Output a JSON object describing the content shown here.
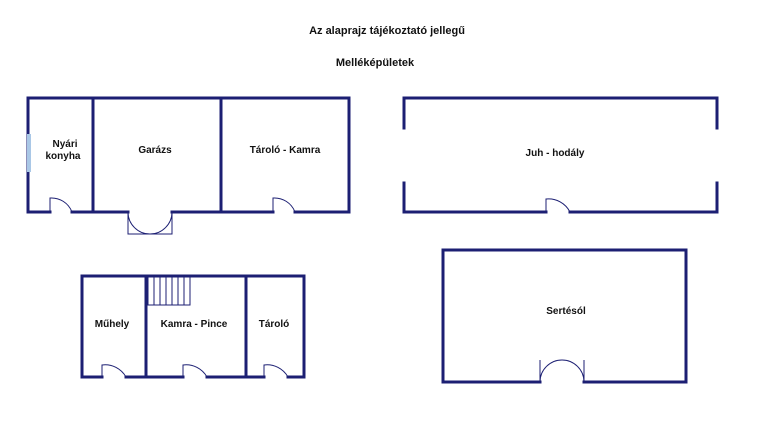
{
  "titles": {
    "main": "Az alaprajz tájékoztató jellegű",
    "sub": "Melléképületek"
  },
  "rooms": {
    "nyari_line1": "Nyári",
    "nyari_line2": "konyha",
    "garazs": "Garázs",
    "tarolo_kamra": "Tároló - Kamra",
    "juh_hodaly": "Juh - hodály",
    "muhely": "Műhely",
    "kamra_pince": "Kamra - Pince",
    "tarolo": "Tároló",
    "sertesol": "Sertésól"
  },
  "colors": {
    "wall": "#1c1f73",
    "window": "#a9c7e6"
  }
}
